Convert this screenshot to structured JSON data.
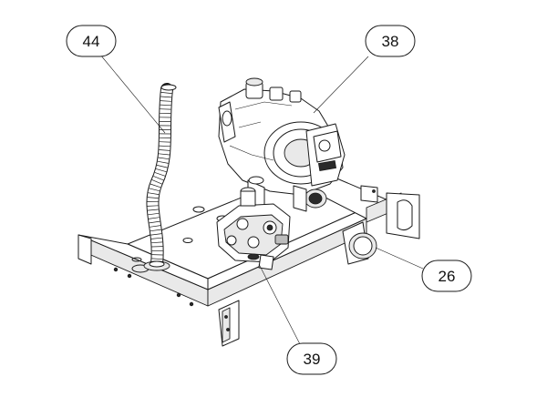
{
  "diagram": {
    "callouts": [
      {
        "id": "c44",
        "label": "44"
      },
      {
        "id": "c38",
        "label": "38"
      },
      {
        "id": "c26",
        "label": "26"
      },
      {
        "id": "c39",
        "label": "39"
      }
    ]
  }
}
